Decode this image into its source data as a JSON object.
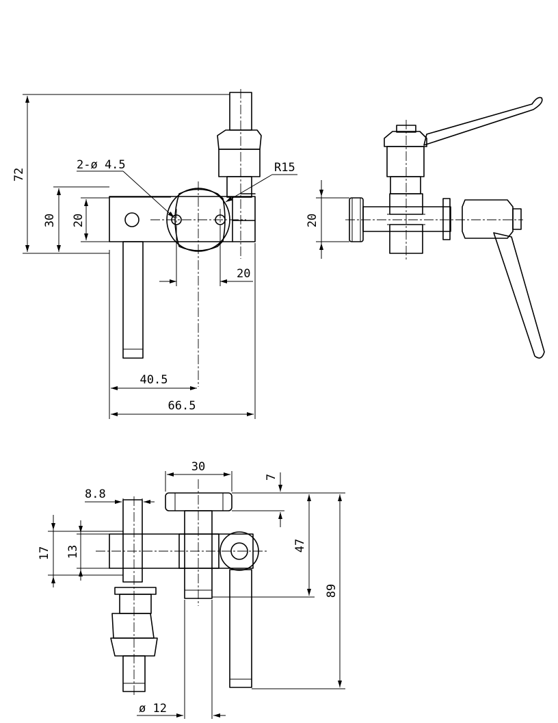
{
  "dimensions": {
    "overall_height": "72",
    "holes": "2-ø 4.5",
    "radius": "R15",
    "front_height": "30",
    "front_inner_height": "20",
    "hole_spacing": "20",
    "center_offset": "40.5",
    "overall_length": "66.5",
    "side_height": "20",
    "bottom_width": "30",
    "knob_thickness": "7",
    "collar_width": "8.8",
    "block_height": "17",
    "block_inner_height": "13",
    "pin_length": "47",
    "total_height": "89",
    "shaft_diameter": "ø 12"
  }
}
